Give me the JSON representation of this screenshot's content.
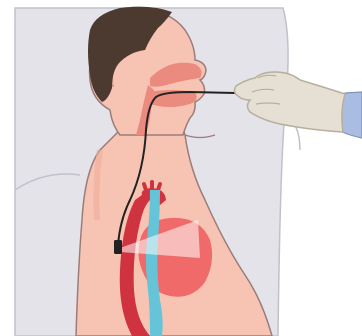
{
  "figure": {
    "alt": "",
    "colors": {
      "bed": "#e4e3ea",
      "bed_outline": "#c2c1cb",
      "skin": "#f7c4b4",
      "skin_shadow": "#f0ab99",
      "outline": "#9a7d78",
      "hair": "#4c3a30",
      "oral_cavity": "#eb8a7e",
      "trachea": "#66c4d8",
      "aorta": "#cf3340",
      "heart": "#ef6a68",
      "probe_cable": "#222222",
      "glove": "#e6e0d4",
      "glove_outline": "#b9ae9c",
      "sleeve": "#a9bde3",
      "ultrasound_beam": "#ffffff"
    },
    "parts": [
      "hospital-bed",
      "patient-head",
      "patient-hair",
      "patient-torso",
      "trachea",
      "aorta",
      "heart",
      "tee-probe-cable",
      "tee-probe-tip",
      "ultrasound-beam",
      "gloved-hand",
      "sleeve"
    ]
  }
}
